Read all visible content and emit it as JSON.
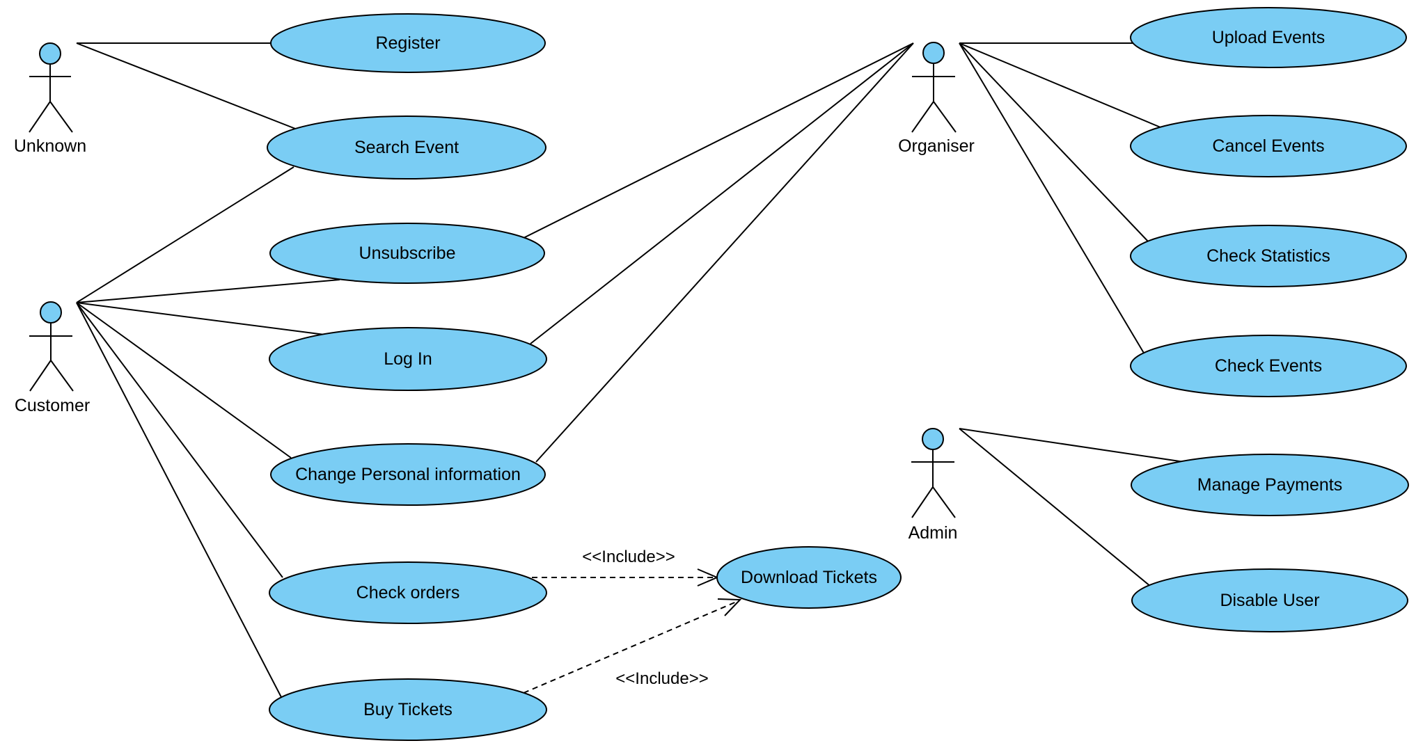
{
  "colors": {
    "use_case_fill": "#7acdf4",
    "actor_head_fill": "#7acdf4",
    "stroke": "#000000",
    "background": "#ffffff"
  },
  "actors": [
    {
      "id": "unknown",
      "label": "Unknown"
    },
    {
      "id": "customer",
      "label": "Customer"
    },
    {
      "id": "organiser",
      "label": "Organiser"
    },
    {
      "id": "admin",
      "label": "Admin"
    }
  ],
  "use_cases": [
    {
      "id": "register",
      "label": "Register"
    },
    {
      "id": "search_event",
      "label": "Search Event"
    },
    {
      "id": "unsubscribe",
      "label": "Unsubscribe"
    },
    {
      "id": "log_in",
      "label": "Log In"
    },
    {
      "id": "change_personal_information",
      "label": "Change Personal information"
    },
    {
      "id": "check_orders",
      "label": "Check orders"
    },
    {
      "id": "buy_tickets",
      "label": "Buy Tickets"
    },
    {
      "id": "download_tickets",
      "label": "Download Tickets"
    },
    {
      "id": "upload_events",
      "label": "Upload Events"
    },
    {
      "id": "cancel_events",
      "label": "Cancel Events"
    },
    {
      "id": "check_statistics",
      "label": "Check Statistics"
    },
    {
      "id": "check_events",
      "label": "Check Events"
    },
    {
      "id": "manage_payments",
      "label": "Manage Payments"
    },
    {
      "id": "disable_user",
      "label": "Disable User"
    }
  ],
  "associations": [
    {
      "actor": "unknown",
      "use_case": "register"
    },
    {
      "actor": "unknown",
      "use_case": "search_event"
    },
    {
      "actor": "customer",
      "use_case": "search_event"
    },
    {
      "actor": "customer",
      "use_case": "unsubscribe"
    },
    {
      "actor": "customer",
      "use_case": "log_in"
    },
    {
      "actor": "customer",
      "use_case": "change_personal_information"
    },
    {
      "actor": "customer",
      "use_case": "check_orders"
    },
    {
      "actor": "customer",
      "use_case": "buy_tickets"
    },
    {
      "actor": "organiser",
      "use_case": "unsubscribe"
    },
    {
      "actor": "organiser",
      "use_case": "log_in"
    },
    {
      "actor": "organiser",
      "use_case": "change_personal_information"
    },
    {
      "actor": "organiser",
      "use_case": "upload_events"
    },
    {
      "actor": "organiser",
      "use_case": "cancel_events"
    },
    {
      "actor": "organiser",
      "use_case": "check_statistics"
    },
    {
      "actor": "organiser",
      "use_case": "check_events"
    },
    {
      "actor": "admin",
      "use_case": "manage_payments"
    },
    {
      "actor": "admin",
      "use_case": "disable_user"
    }
  ],
  "includes": [
    {
      "from": "check_orders",
      "to": "download_tickets",
      "label": "<<Include>>"
    },
    {
      "from": "buy_tickets",
      "to": "download_tickets",
      "label": "<<Include>>"
    }
  ]
}
